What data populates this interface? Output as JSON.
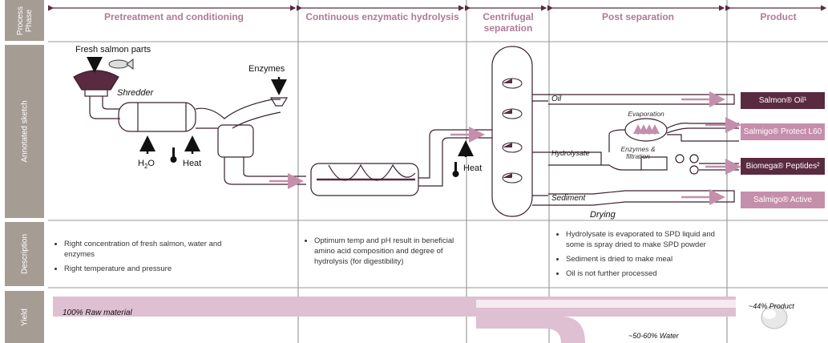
{
  "row_labels": {
    "process_phase": "Process Phase",
    "annotated_sketch": "Annotated sketch",
    "description": "Description",
    "yield": "Yield"
  },
  "phases": {
    "pretreatment": "Pretreatment and conditioning",
    "hydrolysis": "Continuous  enzymatic hydrolysis",
    "centrifugal": "Centrifugal separation",
    "post": "Post separation",
    "product": "Product"
  },
  "sketch": {
    "fresh_salmon": "Fresh salmon parts",
    "shredder": "Shredder",
    "enzymes": "Enzymes",
    "h2o_main": "H",
    "h2o_sub": "2",
    "h2o_end": "O",
    "heat_1": "Heat",
    "heat_2": "Heat",
    "oil": "Oil",
    "hydrolysate": "Hydrolysate",
    "sediment": "Sediment",
    "evaporation": "Evaporation",
    "enzymes_filtration": "Enzymes & filtration",
    "drying": "Drying"
  },
  "products": {
    "salmon_oil": "Salmon® Oil¹",
    "protect": "Salmigo® Protect L60",
    "peptides": "Biomega® Peptides²",
    "active": "Salmigo® Active"
  },
  "descriptions": {
    "pretreatment": [
      "Right concentration of fresh salmon, water and enzymes",
      "Right temperature and pressure"
    ],
    "hydrolysis": [
      "Optimum temp and pH result in beneficial amino acid composition and degree  of hydrolysis (for digestibility)"
    ],
    "post": [
      "Hydrolysate is evaporated to SPD liquid and some is spray dried to make SPD powder",
      "Sediment is dried to make meal",
      "Oil is not further processed"
    ]
  },
  "yield": {
    "raw": "100% Raw material",
    "water": "~50-60% Water",
    "product": "~44% Product"
  },
  "colors": {
    "accent_dark": "#5a2a41",
    "accent_light": "#c58fac",
    "row_label_bg": "#a59c94",
    "yield_band": "#dfbfd2"
  }
}
